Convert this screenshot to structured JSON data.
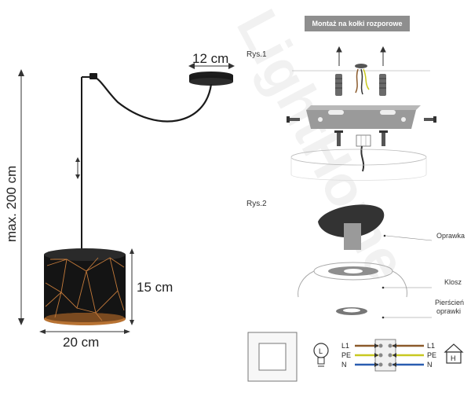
{
  "dimensions": {
    "height_label": "max. 200 cm",
    "canopy_width_label": "12 cm",
    "shade_height_label": "15 cm",
    "shade_width_label": "20 cm"
  },
  "mounting": {
    "banner": "Montaż na kołki rozporowe",
    "fig1_label": "Rys.1",
    "fig2_label": "Rys.2"
  },
  "parts": {
    "holder": "Oprawka",
    "shade": "Klosz",
    "ring_line1": "Pierścień",
    "ring_line2": "oprawki"
  },
  "wiring": {
    "lamp_terminal": "L",
    "house_terminal": "H",
    "left_labels": [
      "L1",
      "PE",
      "N"
    ],
    "right_labels": [
      "L1",
      "PE",
      "N"
    ],
    "wire_colors": [
      "#8b5a2b",
      "#c8c820",
      "#2a5db0"
    ]
  },
  "watermark": "LightHome"
}
